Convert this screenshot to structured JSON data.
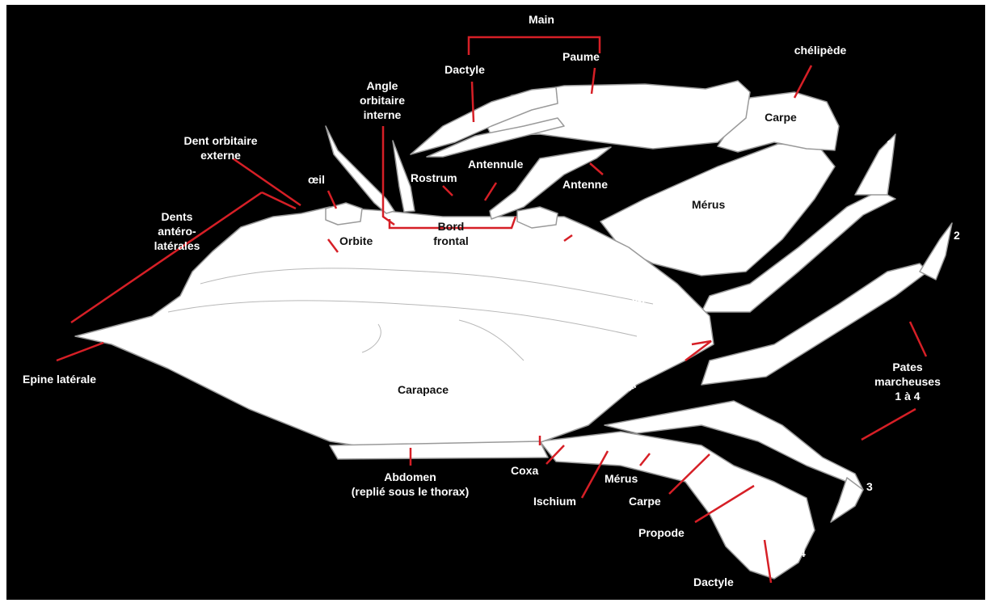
{
  "colors": {
    "background": "#000000",
    "body": "#ffffff",
    "outline": "#9a9a9a",
    "leader": "#d61f26",
    "label_light": "#ffffff",
    "label_dark": "#111111"
  },
  "labels": {
    "main": "Main",
    "dactyle_pince": "Dactyle",
    "paume": "Paume",
    "chelipede": "chélipède",
    "angle_1": "Angle",
    "angle_2": "orbitaire",
    "angle_3": "interne",
    "carpe_pince": "Carpe",
    "dent_ext_1": "Dent orbitaire",
    "dent_ext_2": "externe",
    "antennule": "Antennule",
    "rostrum": "Rostrum",
    "oeil": "œil",
    "antenne": "Antenne",
    "merus_pince": "Mérus",
    "patte_1": "1",
    "patte_2": "2",
    "patte_3": "3",
    "patte_4": "4",
    "dents_al_1": "Dents",
    "dents_al_2": "antéro-",
    "dents_al_3": "latérales",
    "orbite": "Orbite",
    "bord_frontal_1": "Bord",
    "bord_frontal_2": "frontal",
    "bord_antero": "Bord antéro-latéral",
    "epine": "Epine latérale",
    "carapace": "Carapace",
    "bord_postero": "Bord postéro-latéral",
    "pates_1": "Pates",
    "pates_2": "marcheuses",
    "pates_3": "1 à 4",
    "abdomen_1": "Abdomen",
    "abdomen_2": "(replié sous le thorax)",
    "coxa": "Coxa",
    "merus_patte": "Mérus",
    "ischium": "Ischium",
    "carpe_patte": "Carpe",
    "propode": "Propode",
    "dactyle_patte": "Dactyle"
  }
}
